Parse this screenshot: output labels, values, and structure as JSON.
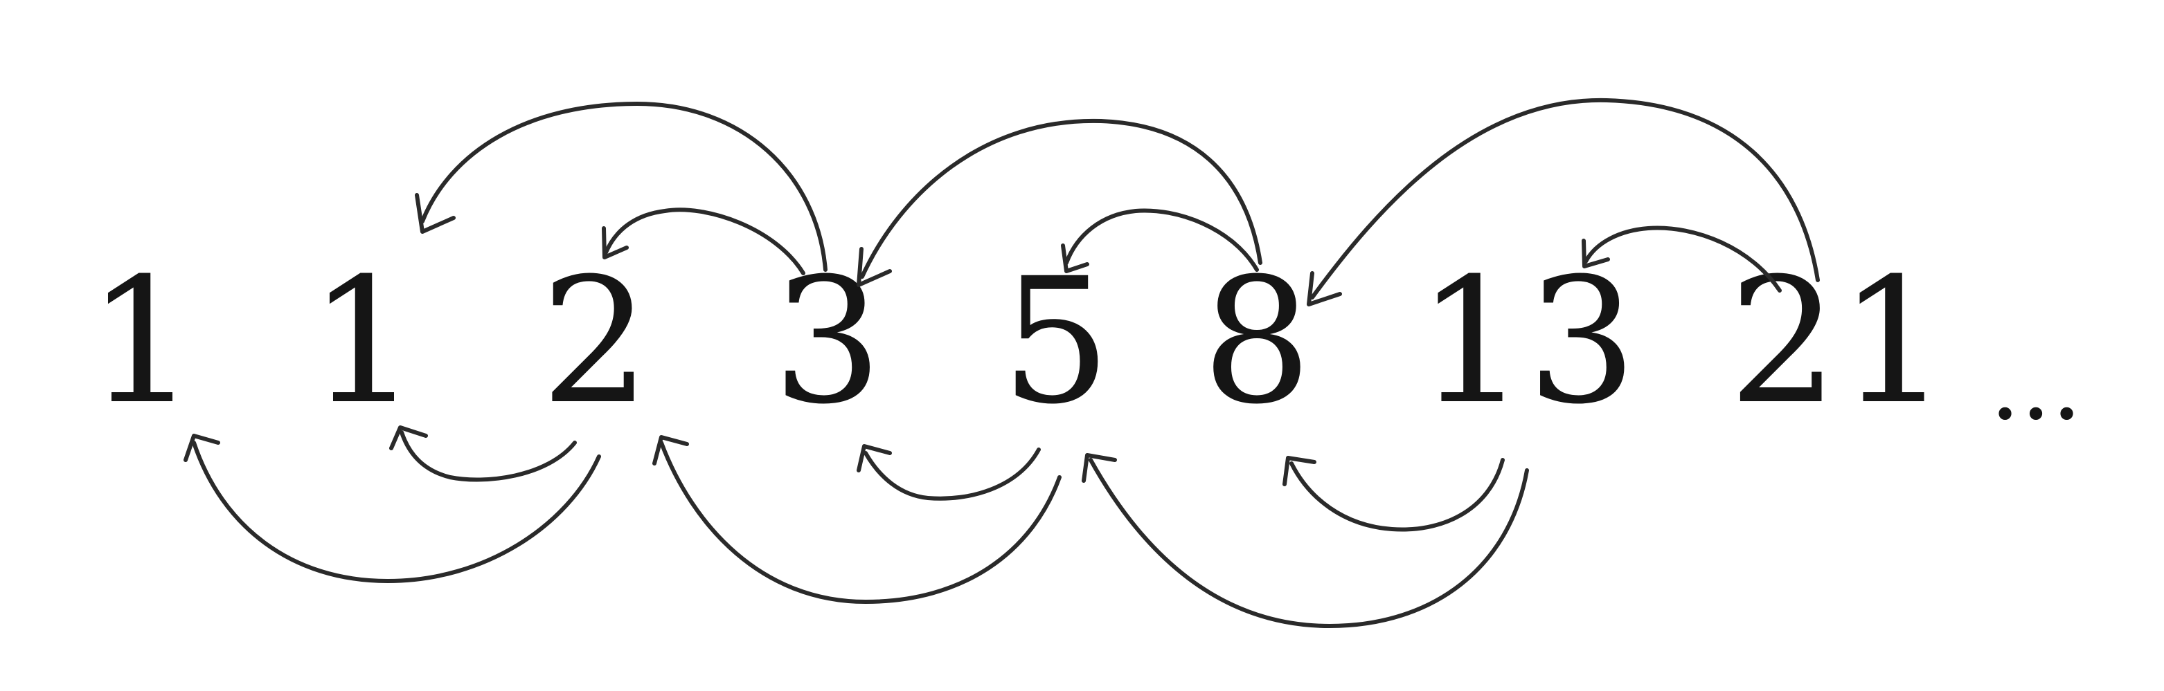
{
  "sequence": [
    "1",
    "1",
    "2",
    "3",
    "5",
    "8",
    "13",
    "21"
  ],
  "ellipsis": "...",
  "colors": {
    "ink": "#151515",
    "arrow": "#2a2a2a",
    "background": "#ffffff"
  },
  "relations": [
    {
      "from": "3",
      "to": "1",
      "side": "above"
    },
    {
      "from": "3",
      "to": "2",
      "side": "above"
    },
    {
      "from": "8",
      "to": "3",
      "side": "above"
    },
    {
      "from": "8",
      "to": "5",
      "side": "above"
    },
    {
      "from": "21",
      "to": "8",
      "side": "above"
    },
    {
      "from": "21",
      "to": "13",
      "side": "above"
    },
    {
      "from": "2",
      "to": "1",
      "side": "below"
    },
    {
      "from": "2",
      "to": "1",
      "side": "below"
    },
    {
      "from": "5",
      "to": "3",
      "side": "below"
    },
    {
      "from": "5",
      "to": "2",
      "side": "below"
    },
    {
      "from": "13",
      "to": "8",
      "side": "below"
    },
    {
      "from": "13",
      "to": "5",
      "side": "below"
    }
  ]
}
